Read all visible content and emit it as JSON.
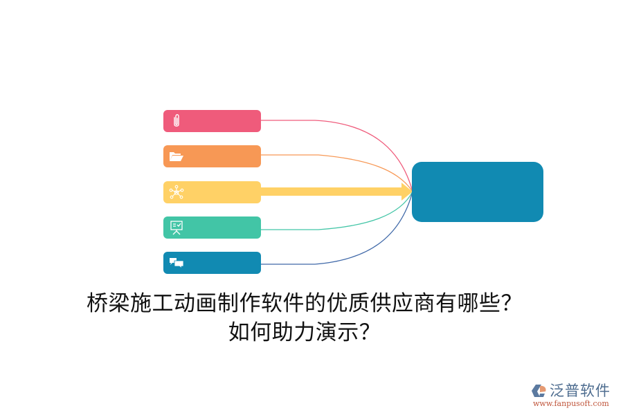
{
  "diagram": {
    "title_line1": "桥梁施工动画制作软件的优质供应商有哪些？",
    "title_line2": "如何助力演示？",
    "hub": {
      "label": "",
      "color": "#118ab2"
    },
    "items": [
      {
        "icon": "paperclip-icon",
        "label": "",
        "color": "#ef5b7b"
      },
      {
        "icon": "folder-open-icon",
        "label": "",
        "color": "#f79855"
      },
      {
        "icon": "network-icon",
        "label": "",
        "color": "#ffd166"
      },
      {
        "icon": "presentation-board-icon",
        "label": "",
        "color": "#42c5a6"
      },
      {
        "icon": "chat-bubbles-icon",
        "label": "",
        "color": "#118ab2"
      }
    ],
    "connector_colors": [
      "#ef5b7b",
      "#f79855",
      "#ffd166",
      "#42c5a6",
      "#3f68a8"
    ]
  },
  "watermark": {
    "brand": "泛普软件",
    "url": "www.fanpusoft.com"
  }
}
